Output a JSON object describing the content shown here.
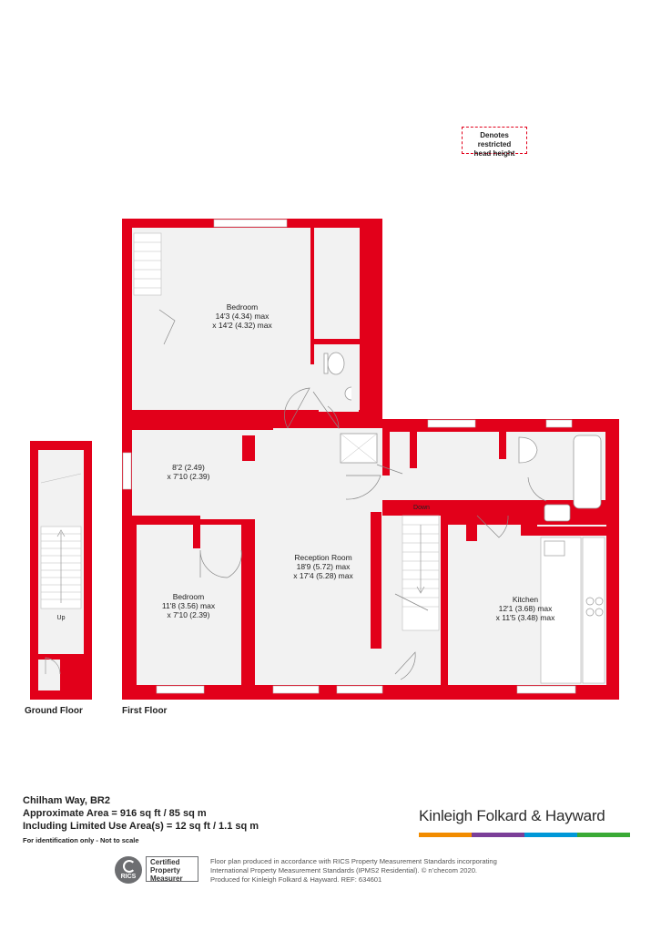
{
  "legend": {
    "restricted_line1": "Denotes restricted",
    "restricted_line2": "head height"
  },
  "rooms": {
    "bedroom1": {
      "name": "Bedroom",
      "dim1": "14'3 (4.34) max",
      "dim2": "x 14'2 (4.32) max"
    },
    "landing": {
      "dim1": "8'2 (2.49)",
      "dim2": "x 7'10 (2.39)"
    },
    "bedroom2": {
      "name": "Bedroom",
      "dim1": "11'8 (3.56) max",
      "dim2": "x 7'10 (2.39)"
    },
    "reception": {
      "name": "Reception Room",
      "dim1": "18'9 (5.72) max",
      "dim2": "x 17'4 (5.28) max"
    },
    "kitchen": {
      "name": "Kitchen",
      "dim1": "12'1 (3.68) max",
      "dim2": "x 11'5 (3.48) max"
    }
  },
  "stairs": {
    "down_label": "Down",
    "up_label": "Up"
  },
  "floors": {
    "ground": "Ground Floor",
    "first": "First Floor"
  },
  "info": {
    "address": "Chilham Way, BR2",
    "area": "Approximate Area = 916 sq ft / 85 sq m",
    "limited": "Including Limited Use Area(s) = 12 sq ft / 1.1 sq m",
    "note": "For identification only - Not to scale"
  },
  "brand": {
    "name": "Kinleigh Folkard & Hayward",
    "bar_colors": [
      "#f28c00",
      "#7b3f98",
      "#0098d8",
      "#3aaa35"
    ]
  },
  "rics": {
    "icon_text": "RICS",
    "line1": "Certified",
    "line2": "Property",
    "line3": "Measurer"
  },
  "disclaimer": {
    "line1": "Floor plan produced in accordance with RICS Property Measurement Standards incorporating",
    "line2": "International Property Measurement Standards (IPMS2 Residential).  © n’checom 2020.",
    "line3": "Produced for Kinleigh Folkard & Hayward.   REF: 634601"
  },
  "colors": {
    "wall": "#e2001a",
    "floor": "#f2f2f2",
    "fixture": "#ffffff"
  }
}
